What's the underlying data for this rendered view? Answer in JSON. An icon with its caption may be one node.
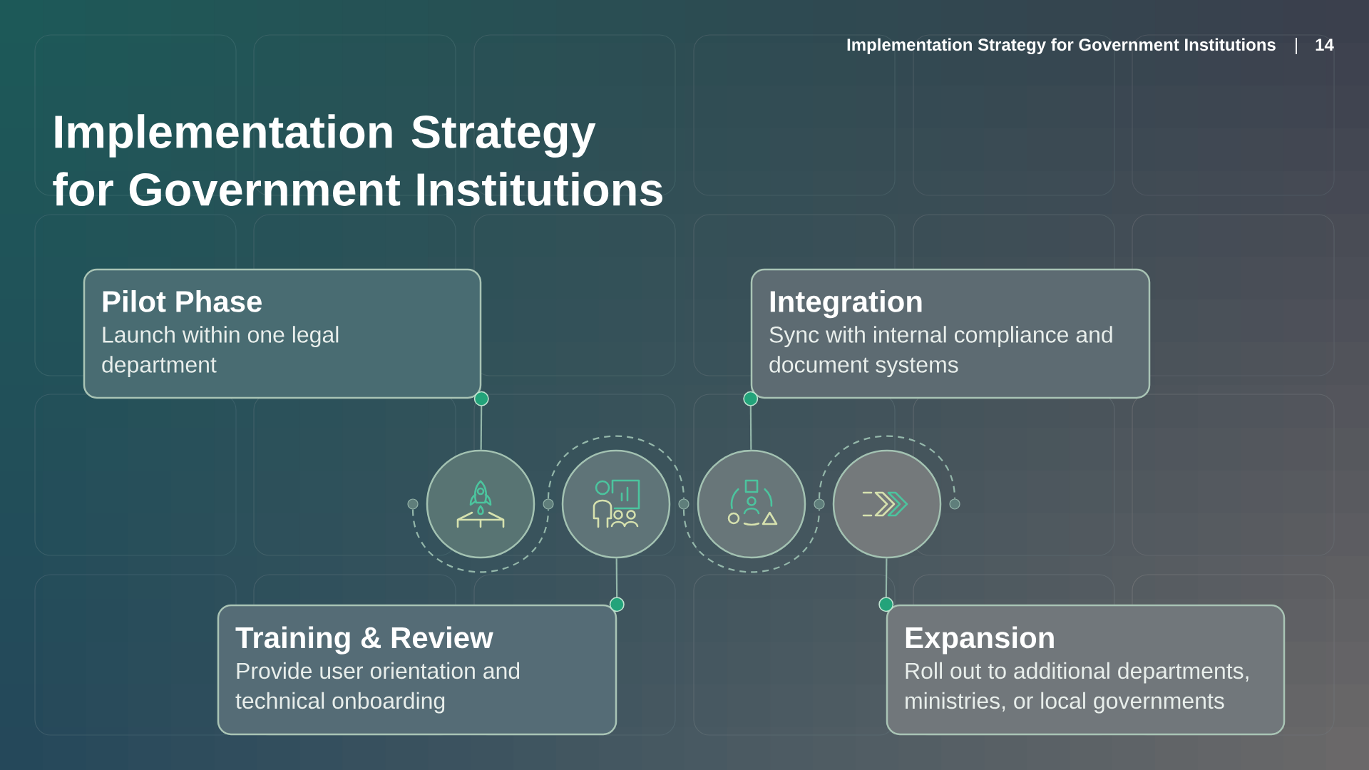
{
  "diagram": {
    "title": "Implementation Strategy for Government Institutions",
    "nodes": [
      {
        "text": [
          "Pilot Phase",
          "Launch within one legal department"
        ]
      },
      {
        "text": [
          "Integration",
          "Sync with internal compliance and document systems"
        ]
      },
      {
        "text": [],
        "shape": "circle"
      },
      {
        "text": [],
        "shape": "circle"
      },
      {
        "text": [],
        "shape": "circle"
      },
      {
        "text": [],
        "shape": "circle"
      },
      {
        "text": [],
        "shape": "circle"
      },
      {
        "text": [],
        "shape": "circle"
      },
      {
        "text": [],
        "shape": "circle"
      },
      {
        "text": [],
        "shape": "circle"
      },
      {
        "text": [],
        "shape": "circle"
      },
      {
        "text": [
          "Training & Review",
          "Provide user orientation and technical onboarding"
        ]
      },
      {
        "text": [
          "Expansion",
          "Roll out to additional departments, ministries, or local governments"
        ]
      }
    ],
    "edges": [
      {
        "from": 0,
        "to": 3,
        "arrow": "other"
      },
      {
        "from": 1,
        "to": 7,
        "arrow": "other"
      },
      {
        "from": 2,
        "to": 4,
        "arrow": "none",
        "style": "dashed"
      },
      {
        "from": 4,
        "to": 6,
        "arrow": "none",
        "style": "dashed"
      },
      {
        "from": 6,
        "to": 8,
        "arrow": "none",
        "style": "dashed"
      },
      {
        "from": 8,
        "to": 10,
        "arrow": "none",
        "style": "dashed"
      },
      {
        "from": 11,
        "to": 5,
        "arrow": "other"
      },
      {
        "from": 12,
        "to": 9,
        "arrow": "other"
      }
    ],
    "labels": [
      "Implementation Strategy for Government Institutions",
      "14"
    ]
  }
}
